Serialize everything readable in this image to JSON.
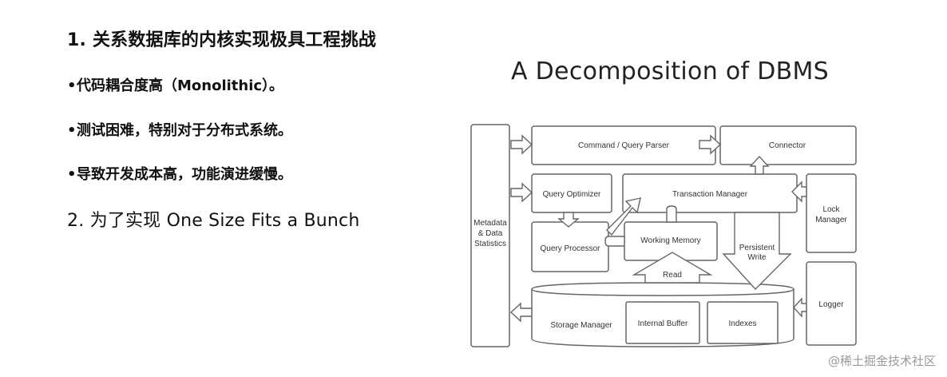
{
  "left_text": {
    "heading1": "1. 关系数据库的内核实现极具工程挑战",
    "bullets": [
      "代码耦合度高（Monolithic）。",
      "测试困难，特别对于分布式系统。",
      "导致开发成本高，功能演进缓慢。"
    ],
    "bullet_marker": "•",
    "heading2": "2. 为了实现 One Size Fits a Bunch"
  },
  "diagram": {
    "title": "A Decomposition of DBMS",
    "boxes": {
      "metadata": "Metadata & Data Statistics",
      "metadata_lines": [
        "Metadata",
        "& Data",
        "Statistics"
      ],
      "command_parser": "Command / Query Parser",
      "connector": "Connector",
      "query_optimizer": "Query Optimizer",
      "transaction_manager": "Transaction Manager",
      "lock_manager": "Lock Manager",
      "lock_manager_lines": [
        "Lock",
        "Manager"
      ],
      "query_processor": "Query Processor",
      "working_memory": "Working Memory",
      "persistent_write": "Persistent Write",
      "persistent_write_lines": [
        "Persistent",
        "Write"
      ],
      "read": "Read",
      "logger": "Logger",
      "storage_manager": "Storage Manager",
      "internal_buffer": "Internal Buffer",
      "indexes": "Indexes"
    }
  },
  "watermark": "@稀土掘金技术社区"
}
